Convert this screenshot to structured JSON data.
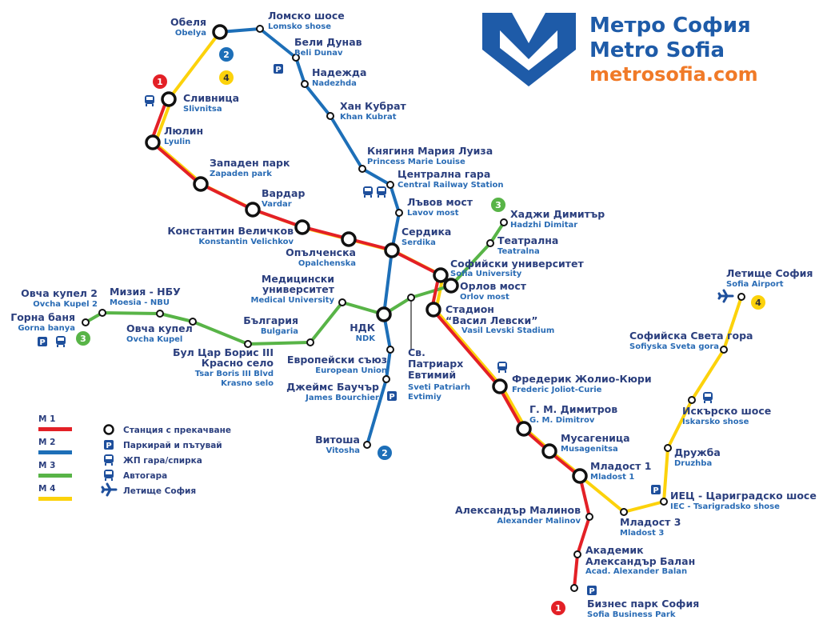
{
  "logo": {
    "title_bg": "Метро София",
    "title_en": "Metro Sofia",
    "url": "metrosofia.com"
  },
  "colors": {
    "m1": "#e32026",
    "m2": "#1d6fb8",
    "m3": "#58b447",
    "m4": "#fcd20b",
    "logo_blue": "#1e5ba8",
    "logo_orange": "#f07a28"
  },
  "line_badges": {
    "m1": "1",
    "m2": "2",
    "m3": "3",
    "m4": "4"
  },
  "stations": {
    "obelya": [
      "Обеля",
      "Obelya"
    ],
    "lomsko": [
      "Ломско шосе",
      "Lomsko shose"
    ],
    "beli_dunav": [
      "Бели Дунав",
      "Beli Dunav"
    ],
    "nadezhda": [
      "Надежда",
      "Nadezhda"
    ],
    "khan_kubrat": [
      "Хан Кубрат",
      "Khan Kubrat"
    ],
    "marie_louise": [
      "Княгиня Мария Луиза",
      "Princess Marie Louise"
    ],
    "central": [
      "Централна гара",
      "Central Railway Station"
    ],
    "lavov": [
      "Лъвов мост",
      "Lavov most"
    ],
    "serdika": [
      "Сердика",
      "Serdika"
    ],
    "sofia_univ": [
      "Софийски университет",
      "Sofia University"
    ],
    "orlov": [
      "Орлов мост",
      "Orlov most"
    ],
    "stadion": [
      "Стадион",
      "“Васил Левски”",
      "Vasil Levski Stadium"
    ],
    "hadzhi": [
      "Хаджи Димитър",
      "Hadzhi Dimitar"
    ],
    "teatralna": [
      "Театрална",
      "Teatralna"
    ],
    "joliot": [
      "Фредерик Жолио-Кюри",
      "Frederic Joliot-Curie"
    ],
    "gm_dimitrov": [
      "Г. М. Димитров",
      "G. M. Dimitrov"
    ],
    "musagenitsa": [
      "Мусагеница",
      "Musagenitsa"
    ],
    "mladost1": [
      "Младост 1",
      "Mladost 1"
    ],
    "malinov": [
      "Александър Малинов",
      "Alexander Malinov"
    ],
    "balan": [
      "Академик",
      "Александър Балан",
      "Acad. Alexander Balan"
    ],
    "business_park": [
      "Бизнес парк София",
      "Sofia Business Park"
    ],
    "mladost3": [
      "Младост 3",
      "Mladost 3"
    ],
    "iec": [
      "ИЕЦ - Цариградско шосе",
      "IEC - Tsarigradsko shose"
    ],
    "druzhba": [
      "Дружба",
      "Druzhba"
    ],
    "iskarsko": [
      "Искърско шосе",
      "Iskarsko shose"
    ],
    "sveta_gora": [
      "Софийска Света гора",
      "Sofiyska Sveta gora"
    ],
    "airport": [
      "Летище София",
      "Sofia Airport"
    ],
    "slivnitsa": [
      "Сливница",
      "Slivnitsa"
    ],
    "lyulin": [
      "Люлин",
      "Lyulin"
    ],
    "zapaden": [
      "Западен парк",
      "Zapaden park"
    ],
    "vardar": [
      "Вардар",
      "Vardar"
    ],
    "velichkov": [
      "Константин Величков",
      "Konstantin Velichkov"
    ],
    "opalchenska": [
      "Опълченска",
      "Opalchenska"
    ],
    "medical": [
      "Медицински",
      "университет",
      "Medical University"
    ],
    "bulgaria": [
      "България",
      "Bulgaria"
    ],
    "ovcha_kupel": [
      "Овча купел",
      "Ovcha Kupel"
    ],
    "ovcha_kupel2": [
      "Овча купел 2",
      "Ovcha Kupel 2"
    ],
    "moesia": [
      "Мизия - НБУ",
      "Moesia - NBU"
    ],
    "gorna_banya": [
      "Горна баня",
      "Gorna banya"
    ],
    "tsar_boris": [
      "Бул Цар Борис III",
      "Красно село",
      "Tsar Boris III Blvd",
      "Krasno selo"
    ],
    "ndk": [
      "НДК",
      "NDK"
    ],
    "eu": [
      "Европейски съюз",
      "European Union"
    ],
    "bourchier": [
      "Джеймс Баучър",
      "James Bourchier"
    ],
    "vitosha": [
      "Витоша",
      "Vitosha"
    ],
    "patriarh": [
      "Св.",
      "Патриарх",
      "Евтимий",
      "Sveti Patriarh",
      "Evtimiy"
    ]
  },
  "legend": {
    "lines": [
      "М 1",
      "М 2",
      "М 3",
      "М 4"
    ],
    "symbols": [
      "Станция с прекачване",
      "Паркирай и пътувай",
      "ЖП гара/спирка",
      "Автогара",
      "Летище София"
    ]
  }
}
